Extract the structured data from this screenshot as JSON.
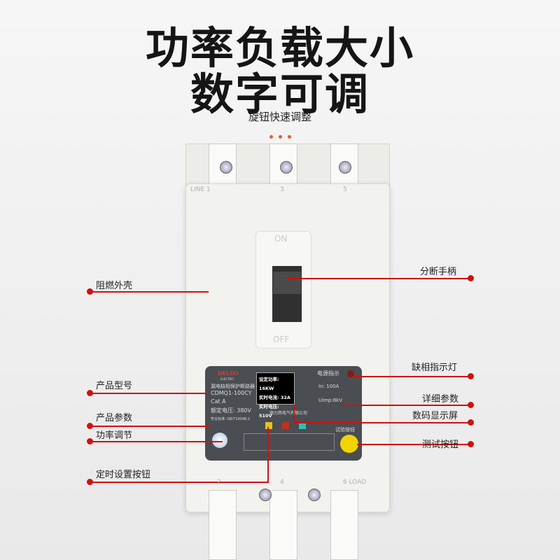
{
  "headline": {
    "line1": "功率负载大小",
    "line2": "数字可调",
    "subtitle": "旋钮快速调整"
  },
  "accent_color": "#d01010",
  "breaker": {
    "terminal_labels_top": [
      "LINE 1",
      "3",
      "5"
    ],
    "terminal_labels_bottom": [
      "2",
      "4",
      "6 LOAD"
    ],
    "handle_on": "ON",
    "handle_off": "OFF",
    "brand": "DELIXI",
    "brand_sub": "ELECTRIC",
    "product_name": "漏电缺相保护断路器",
    "model": "CDMQ1-100CY",
    "cat": "Cat  A",
    "rated_voltage": "额定电压:   380V",
    "standard": "符合标准: GB/T14048.2",
    "screen": {
      "set_power": "设定功率: 16KW",
      "current": "实时电流: 32A",
      "voltage": "实时电压: 510V"
    },
    "power_indicator": "电源指示",
    "specs": [
      "In: 100A",
      "Uimp:8kV"
    ],
    "company": "德力西电气有限公司",
    "test_button": "试验按钮"
  },
  "callouts": {
    "left": [
      "阻燃外壳",
      "产品型号",
      "产品参数",
      "功率调节",
      "定时设置按钮"
    ],
    "right": [
      "分断手柄",
      "缺相指示灯",
      "详细参数",
      "数码显示屏",
      "测试按钮"
    ]
  }
}
